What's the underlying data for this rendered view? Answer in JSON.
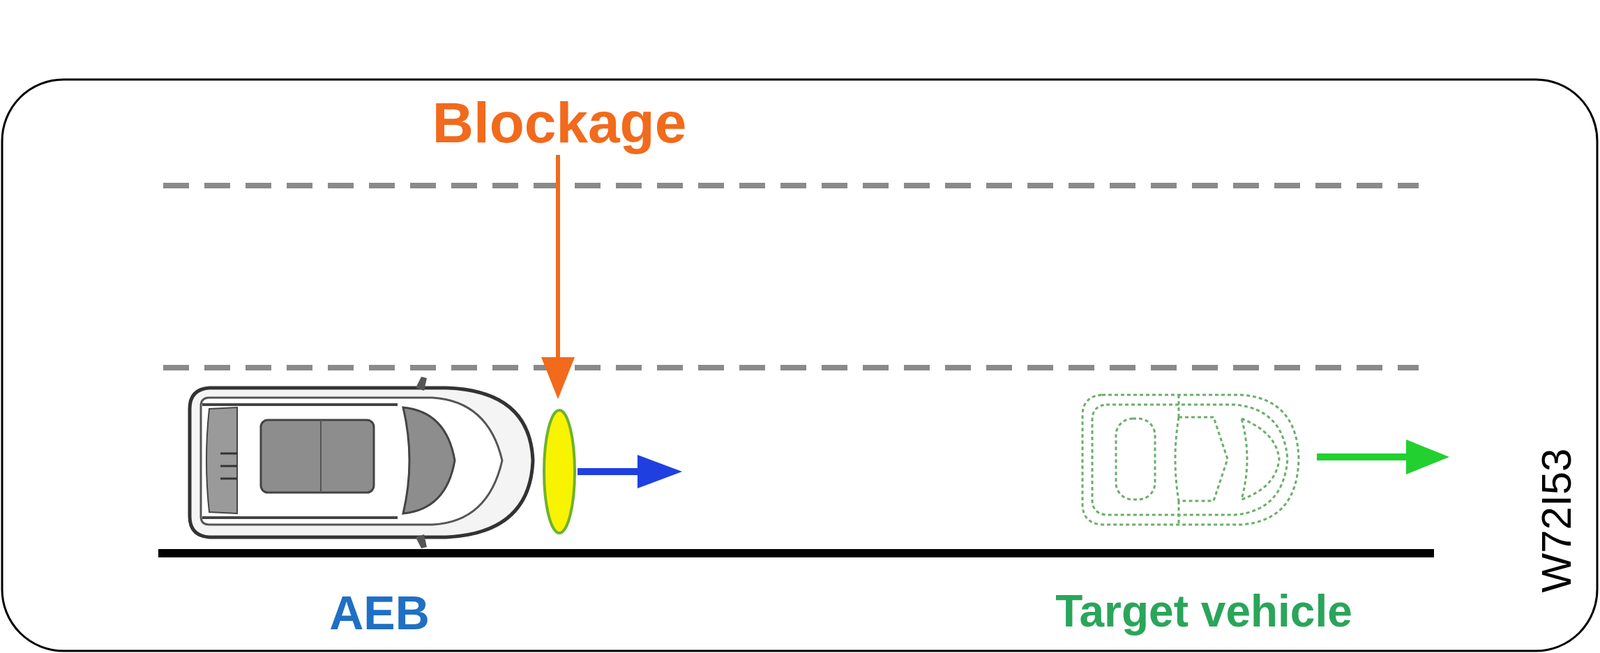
{
  "diagram": {
    "labels": [
      "Blockage",
      "AEB",
      "Target vehicle",
      "W72I53"
    ]
  }
}
